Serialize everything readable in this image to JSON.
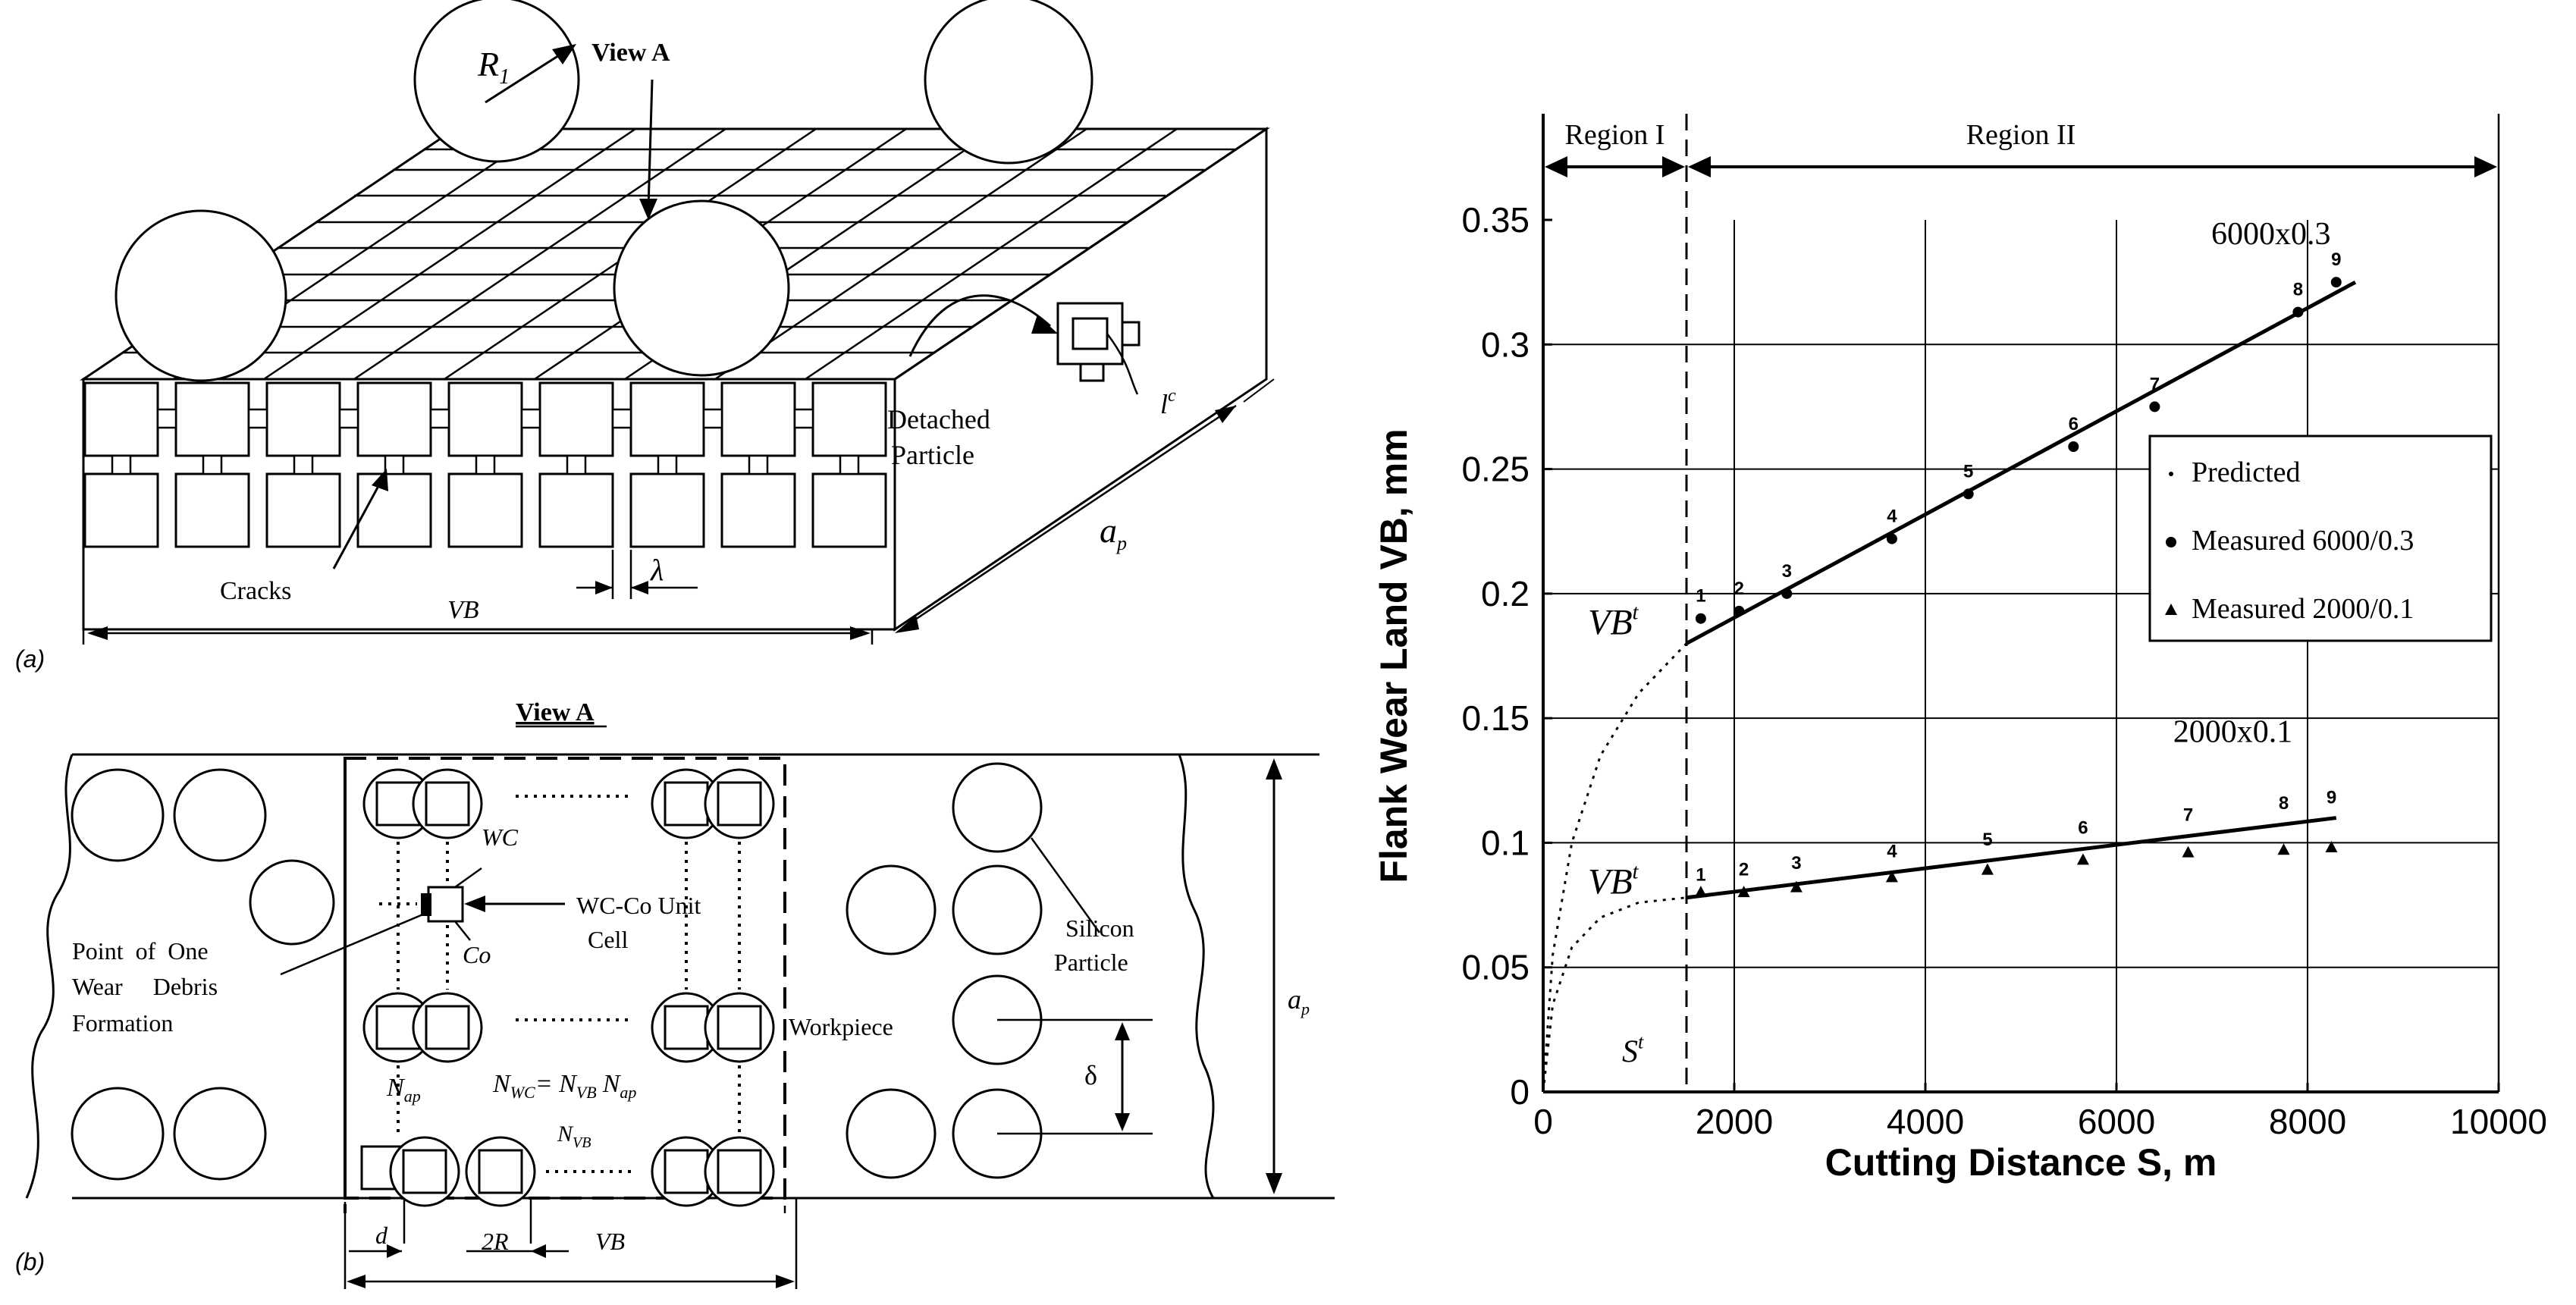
{
  "panel_a": {
    "tag": "(a)",
    "radius_label": "R",
    "radius_sub": "1",
    "view_label": "View A",
    "detached_line1": "Detached",
    "detached_line2": "Particle",
    "cell_label": "l",
    "cell_sup": "c",
    "cracks_label": "Cracks",
    "lambda_label": "λ",
    "vb_label": "VB",
    "ap_label": "a",
    "ap_sub": "p"
  },
  "panel_b": {
    "tag": "(b)",
    "title": "View A",
    "wc_label": "WC",
    "unit_cell_line1": "WC-Co Unit",
    "unit_cell_line2": "Cell",
    "co_label": "Co",
    "debris_line1": "Point  of  One",
    "debris_line2": "Wear     Debris",
    "debris_line3": "Formation",
    "workpiece_label": "Workpiece",
    "silicon_line1": "Silicon",
    "silicon_line2": "Particle",
    "ap_label": "a",
    "ap_sub": "p",
    "delta_label": "δ",
    "nap_label": "N",
    "nap_sub": "ap",
    "nwc_equation": "N",
    "nwc_sub": "WC",
    "nwc_eq": "= N",
    "nwc_sub2": "VB",
    "nwc_tail": "N",
    "nwc_sub3": "ap",
    "nvb_label": "N",
    "nvb_sub": "VB",
    "d_label": "d",
    "two_r_label": "2R",
    "vb_label": "VB"
  },
  "chart_data": {
    "type": "line",
    "title": "",
    "xlabel": "Cutting Distance S, m",
    "ylabel": "Flank Wear Land VB, mm",
    "xlim": [
      0,
      10000
    ],
    "ylim": [
      0,
      0.35
    ],
    "xticks": [
      0,
      2000,
      4000,
      6000,
      8000,
      10000
    ],
    "yticks": [
      0,
      0.05,
      0.1,
      0.15,
      0.2,
      0.25,
      0.3,
      0.35
    ],
    "xtick_labels": [
      "0",
      "2000",
      "4000",
      "6000",
      "8000",
      "10000"
    ],
    "ytick_labels": [
      "0",
      "0.05",
      "0.1",
      "0.15",
      "0.2",
      "0.25",
      "0.3",
      "0.35"
    ],
    "grid": true,
    "legend_position": "center-right",
    "legend": [
      "Predicted",
      "Measured 6000/0.3",
      "Measured 2000/0.1"
    ],
    "regions": [
      {
        "name": "Region I",
        "x": [
          0,
          1500
        ]
      },
      {
        "name": "Region II",
        "x": [
          1500,
          10000
        ]
      }
    ],
    "transition_x": 1500,
    "transition_label": "S",
    "transition_sup": "t",
    "vb_label": "VB",
    "vb_sup": "t",
    "series": [
      {
        "name": "6000x0.3",
        "predicted_line": [
          [
            1500,
            0.18
          ],
          [
            8500,
            0.325
          ]
        ],
        "measured": [
          {
            "x": 1650,
            "y": 0.19,
            "label": "1"
          },
          {
            "x": 2050,
            "y": 0.193,
            "label": "2"
          },
          {
            "x": 2550,
            "y": 0.2,
            "label": "3"
          },
          {
            "x": 3650,
            "y": 0.222,
            "label": "4"
          },
          {
            "x": 4450,
            "y": 0.24,
            "label": "5"
          },
          {
            "x": 5550,
            "y": 0.259,
            "label": "6"
          },
          {
            "x": 6400,
            "y": 0.275,
            "label": "7"
          },
          {
            "x": 7900,
            "y": 0.313,
            "label": "8"
          },
          {
            "x": 8300,
            "y": 0.325,
            "label": "9"
          }
        ],
        "region1_curve": [
          [
            0,
            0
          ],
          [
            100,
            0.055
          ],
          [
            300,
            0.1
          ],
          [
            600,
            0.135
          ],
          [
            1000,
            0.16
          ],
          [
            1500,
            0.18
          ]
        ]
      },
      {
        "name": "2000x0.1",
        "predicted_line": [
          [
            1500,
            0.078
          ],
          [
            8300,
            0.11
          ]
        ],
        "measured": [
          {
            "x": 1650,
            "y": 0.08,
            "label": "1"
          },
          {
            "x": 2100,
            "y": 0.08,
            "label": "2"
          },
          {
            "x": 2650,
            "y": 0.082,
            "label": "3"
          },
          {
            "x": 3650,
            "y": 0.086,
            "label": "4"
          },
          {
            "x": 4650,
            "y": 0.089,
            "label": "5"
          },
          {
            "x": 5650,
            "y": 0.093,
            "label": "6"
          },
          {
            "x": 6750,
            "y": 0.096,
            "label": "7"
          },
          {
            "x": 7750,
            "y": 0.097,
            "label": "8"
          },
          {
            "x": 8250,
            "y": 0.098,
            "label": "9"
          }
        ],
        "region1_curve": [
          [
            0,
            0
          ],
          [
            100,
            0.035
          ],
          [
            300,
            0.058
          ],
          [
            600,
            0.07
          ],
          [
            1000,
            0.076
          ],
          [
            1500,
            0.078
          ]
        ]
      }
    ]
  }
}
